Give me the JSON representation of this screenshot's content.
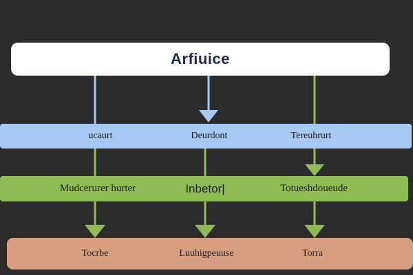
{
  "diagram": {
    "top_box": {
      "label": "Arfiuice",
      "color": "#ffffff"
    },
    "rows": [
      {
        "id": "row2",
        "color": "#a6c8f2",
        "labels": [
          "ucaurt",
          "Deurdont",
          "Tereuhrurt"
        ]
      },
      {
        "id": "row3",
        "color": "#8fbb55",
        "labels": [
          "Mudcerurer hurter",
          "Inbetor|",
          "Totueshdoueude"
        ]
      },
      {
        "id": "row4",
        "color": "#d79f80",
        "labels": [
          "Tocrbe",
          "Luuhigpeuuse",
          "Torra"
        ]
      }
    ],
    "connectors": [
      {
        "from": "top_box",
        "to": "row2",
        "column": 2,
        "color": "#a6c8f2",
        "arrow": true
      },
      {
        "from": "top_box",
        "to": "row2",
        "column": 1,
        "color": "#a6c8f2",
        "arrow": false
      },
      {
        "from": "top_box",
        "to": "row2",
        "column": 3,
        "color": "#8fbb55",
        "arrow": false
      },
      {
        "from": "row2",
        "to": "row3",
        "column": 3,
        "color": "#8fbb55",
        "arrow": true
      },
      {
        "from": "row3",
        "to": "row4",
        "column": 1,
        "color": "#8fbb55",
        "arrow": true
      },
      {
        "from": "row3",
        "to": "row4",
        "column": 2,
        "color": "#8fbb55",
        "arrow": true
      },
      {
        "from": "row3",
        "to": "row4",
        "column": 3,
        "color": "#8fbb55",
        "arrow": true
      }
    ],
    "colors": {
      "background": "#2b2b2b",
      "blue_line": "#a6c8f2",
      "green_line": "#8fbb55"
    }
  }
}
